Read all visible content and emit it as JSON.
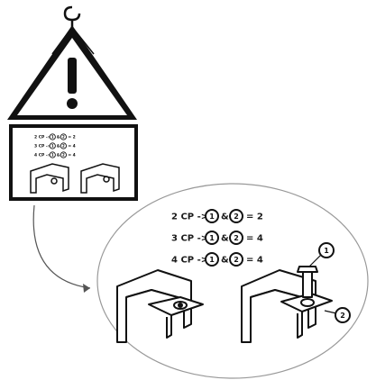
{
  "panel": {
    "rows": [
      {
        "prefix": "2 CP ->",
        "a": "1",
        "amp": "&",
        "b": "2",
        "result": "= 2"
      },
      {
        "prefix": "3 CP ->",
        "a": "1",
        "amp": "&",
        "b": "2",
        "result": "= 4"
      },
      {
        "prefix": "4 CP ->",
        "a": "1",
        "amp": "&",
        "b": "2",
        "result": "= 4"
      }
    ]
  },
  "callouts": {
    "bolt": "1",
    "channel": "2"
  },
  "icons": {
    "warning": "warning-triangle-icon",
    "hook": "hanging-hook-icon",
    "arrow": "curved-arrow-icon"
  },
  "colors": {
    "ink": "#111111",
    "paper": "#ffffff",
    "panel": "#1a1a1a"
  }
}
